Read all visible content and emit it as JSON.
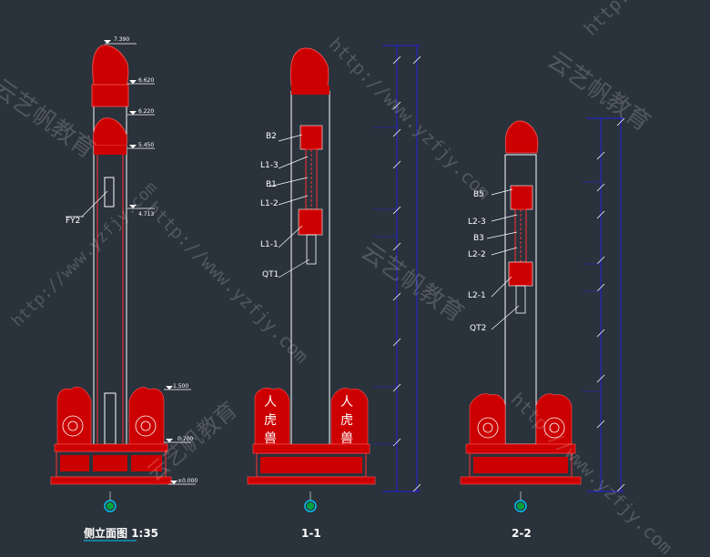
{
  "drawings": {
    "side_elevation": {
      "title": "侧立面图 1:35",
      "levels": [
        "7.390",
        "6.620",
        "6.220",
        "5.450",
        "4.713",
        "1.500",
        "0.700",
        "±0.000"
      ],
      "labels": [
        "FY2"
      ]
    },
    "section_1": {
      "title": "1-1",
      "labels": [
        "B2",
        "L1-3",
        "B1",
        "L1-2",
        "L1-1",
        "QT1"
      ],
      "statue_text": [
        "人",
        "虎",
        "兽"
      ]
    },
    "section_2": {
      "title": "2-2",
      "labels": [
        "B5",
        "L2-3",
        "B3",
        "L2-2",
        "L2-1",
        "QT2"
      ]
    }
  },
  "watermarks": [
    "http://www.yzfjy.com",
    "云艺帆教育"
  ],
  "colors": {
    "background": "#2a323b",
    "member": "#cc0000",
    "dimension": "#2222dd",
    "line": "#ffffff",
    "marker": "#00c8ff"
  }
}
